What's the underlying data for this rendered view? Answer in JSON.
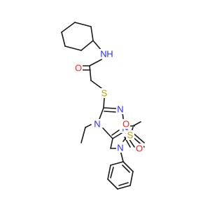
{
  "atom_labels": {
    "amide_n": "N",
    "amide_h": "H",
    "amide_o": "O",
    "thioether_s": "S",
    "ring_n1": "N",
    "ring_n2": "N",
    "ring_n4": "N",
    "sulfonamide_n": "N",
    "sulfonyl_s": "S",
    "sulfonyl_o1": "O",
    "sulfonyl_o2": "O"
  },
  "colors": {
    "bond": "#1a1a1a",
    "carbon": "#1a1a1a",
    "nitrogen": "#2a2aff",
    "oxygen": "#ff2020",
    "sulfur": "#b8a000"
  }
}
